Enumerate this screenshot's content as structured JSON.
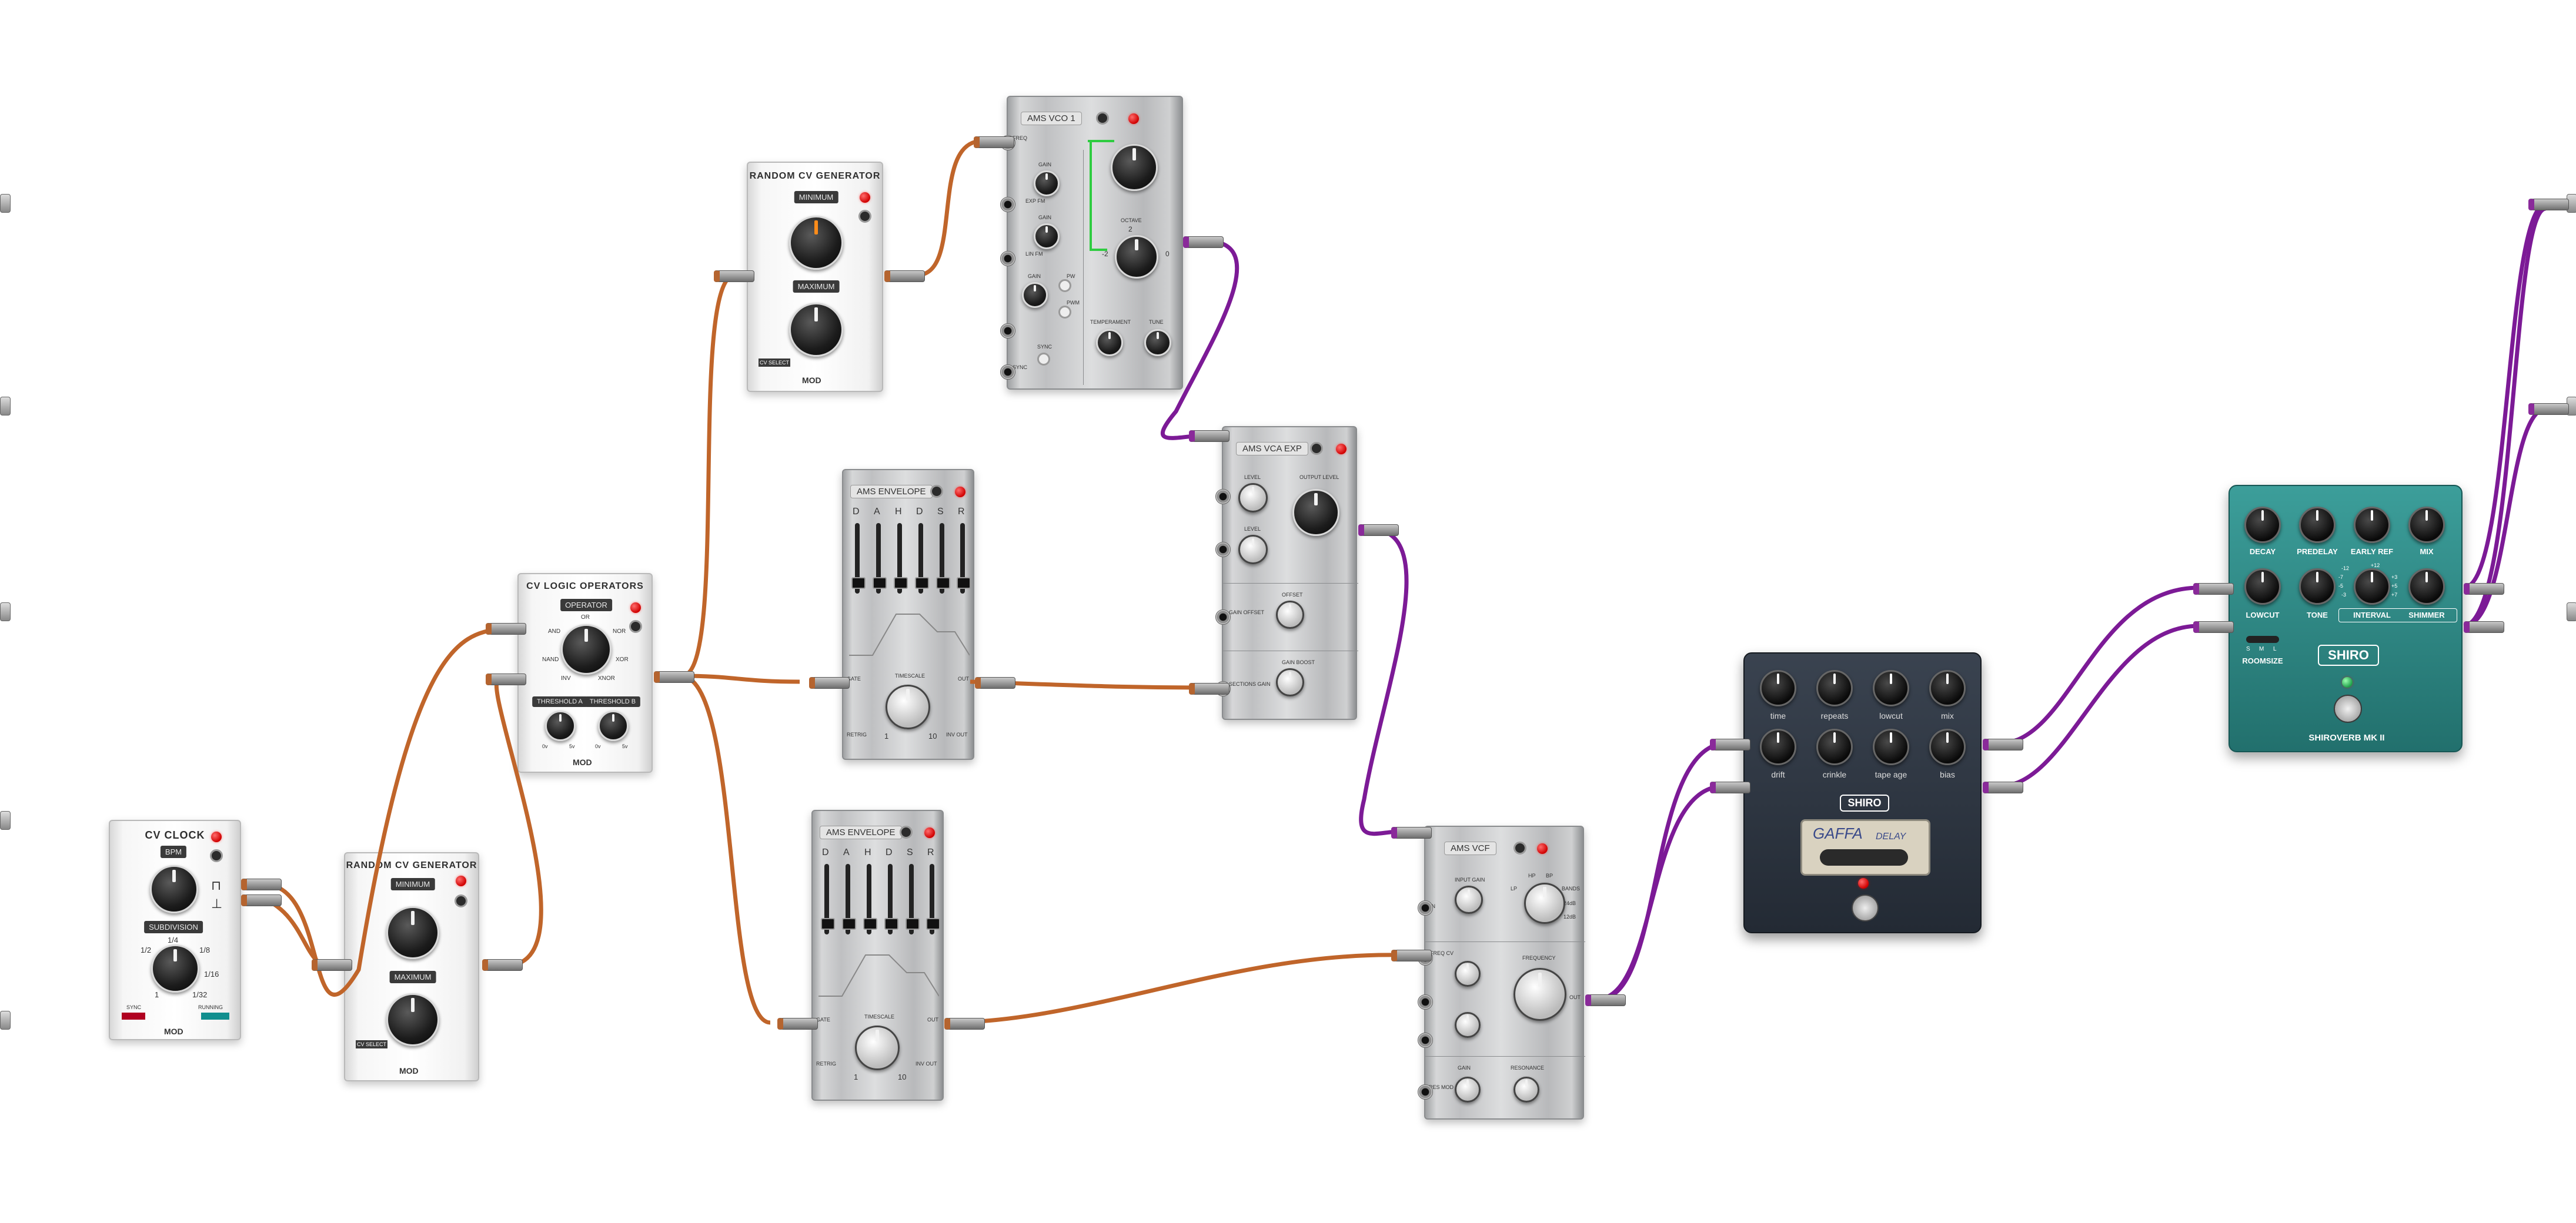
{
  "colors": {
    "canvas": "#ffffff",
    "cable_cv": "#c0652a",
    "cable_audio": "#7c1a96",
    "shiro_body": "#2b3340",
    "shiroverb_body": "#2f8a87"
  },
  "cv_clock": {
    "title": "CV CLOCK",
    "bpm_tag": "BPM",
    "subdivision_tag": "SUBDIVISION",
    "sub_marks": [
      "1/4",
      "1/8",
      "1/16",
      "1/32",
      "1/2",
      "1"
    ],
    "left_tag": "SYNC",
    "right_tag": "RUNNING",
    "brand": "MOD",
    "waveform_symbol": "⊓",
    "gate_symbol": "⊥"
  },
  "random_cv_top": {
    "title": "RANDOM CV GENERATOR",
    "tag_min": "MINIMUM",
    "tag_max": "MAXIMUM",
    "side_tag": "CV SELECT",
    "brand": "MOD"
  },
  "random_cv_bottom": {
    "title": "RANDOM CV GENERATOR",
    "tag_min": "MINIMUM",
    "tag_max": "MAXIMUM",
    "side_tag": "CV SELECT",
    "brand": "MOD"
  },
  "cv_logic": {
    "title": "CV LOGIC OPERATORS",
    "tag_op": "OPERATOR",
    "ops": [
      "OR",
      "AND",
      "NOR",
      "NAND",
      "XOR",
      "INV",
      "XNOR"
    ],
    "tag_threshold_a": "THRESHOLD A",
    "tag_threshold_b": "THRESHOLD B",
    "marks": [
      "0v",
      "5v"
    ],
    "brand": "MOD"
  },
  "vco": {
    "tag": "AMS VCO 1",
    "labels": [
      "FREQ",
      "GAIN",
      "EXP FM",
      "GAIN",
      "LIN FM",
      "GAIN",
      "PW",
      "PWM",
      "SYNC",
      "TEMPERAMENT",
      "TUNE",
      "OCTAVE",
      "SYNC"
    ],
    "octave_marks": [
      "-2",
      "2",
      "0"
    ]
  },
  "env_top": {
    "tag": "AMS ENVELOPE",
    "stages": [
      "D",
      "A",
      "H",
      "D",
      "S",
      "R"
    ],
    "knob_label": "TIMESCALE",
    "marks": [
      "1",
      "10"
    ],
    "jacks": [
      "GATE",
      "RETRIG",
      "OUT",
      "INV OUT"
    ]
  },
  "env_bottom": {
    "tag": "AMS ENVELOPE",
    "stages": [
      "D",
      "A",
      "H",
      "D",
      "S",
      "R"
    ],
    "knob_label": "TIMESCALE",
    "marks": [
      "1",
      "10"
    ],
    "jacks": [
      "GATE",
      "RETRIG",
      "OUT",
      "INV OUT"
    ]
  },
  "vca": {
    "tag": "AMS VCA EXP",
    "labels": [
      "LEVEL",
      "LEVEL",
      "OUTPUT LEVEL",
      "OFFSET",
      "GAIN OFFSET",
      "GAIN BOOST",
      "SECTIONS GAIN"
    ]
  },
  "vcf": {
    "tag": "AMS VCF",
    "labels": [
      "INPUT GAIN",
      "LP",
      "HP",
      "BP",
      "BANDS",
      "24dB",
      "12dB",
      "FREQ CV",
      "FREQUENCY",
      "GAIN",
      "RESONANCE",
      "RES MOD",
      "IN",
      "OUT"
    ]
  },
  "shiro": {
    "brand": "SHIRO",
    "knobs": [
      "time",
      "repeats",
      "lowcut",
      "mix",
      "drift",
      "crinkle",
      "tape age",
      "bias"
    ],
    "tape_label": "GAFFA",
    "tape_sub": "DELAY"
  },
  "shiroverb": {
    "brand": "SHIRO",
    "knobs_top": [
      "DECAY",
      "PREDELAY",
      "EARLY REF",
      "MIX"
    ],
    "knobs_bottom": [
      "LOWCUT",
      "TONE",
      "INTERVAL",
      "SHIMMER"
    ],
    "roomsize_label": "ROOMSIZE",
    "room_opts": [
      "S",
      "M",
      "L"
    ],
    "interval_opts": [
      "-12",
      "-7",
      "-5",
      "-3",
      "+3",
      "+5",
      "+7",
      "+12"
    ],
    "name": "SHIROVERB MK II"
  }
}
